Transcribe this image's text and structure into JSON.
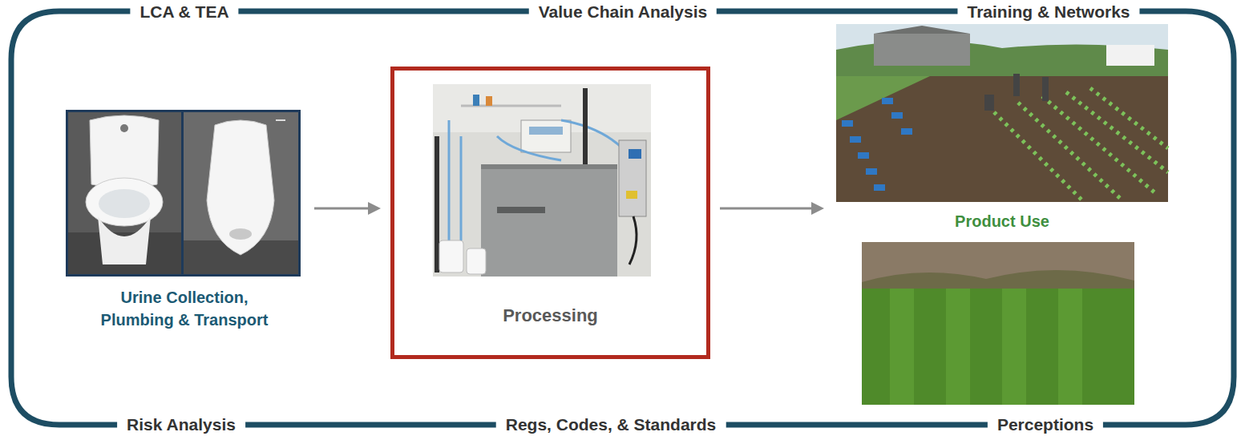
{
  "diagram": {
    "nodes": [
      {
        "text": [
          "Urine Collection, Plumbing & Transport"
        ]
      },
      {
        "text": [
          "Processing"
        ]
      },
      {
        "text": [
          "Product Use"
        ]
      }
    ],
    "edges": [
      {
        "from": 0,
        "to": 1,
        "arrow": "to"
      },
      {
        "from": 1,
        "to": 2,
        "arrow": "to"
      }
    ],
    "labels": [
      "LCA & TEA",
      "Value Chain Analysis",
      "Training & Networks",
      "Risk Analysis",
      "Regs, Codes, & Standards",
      "Perceptions"
    ]
  }
}
